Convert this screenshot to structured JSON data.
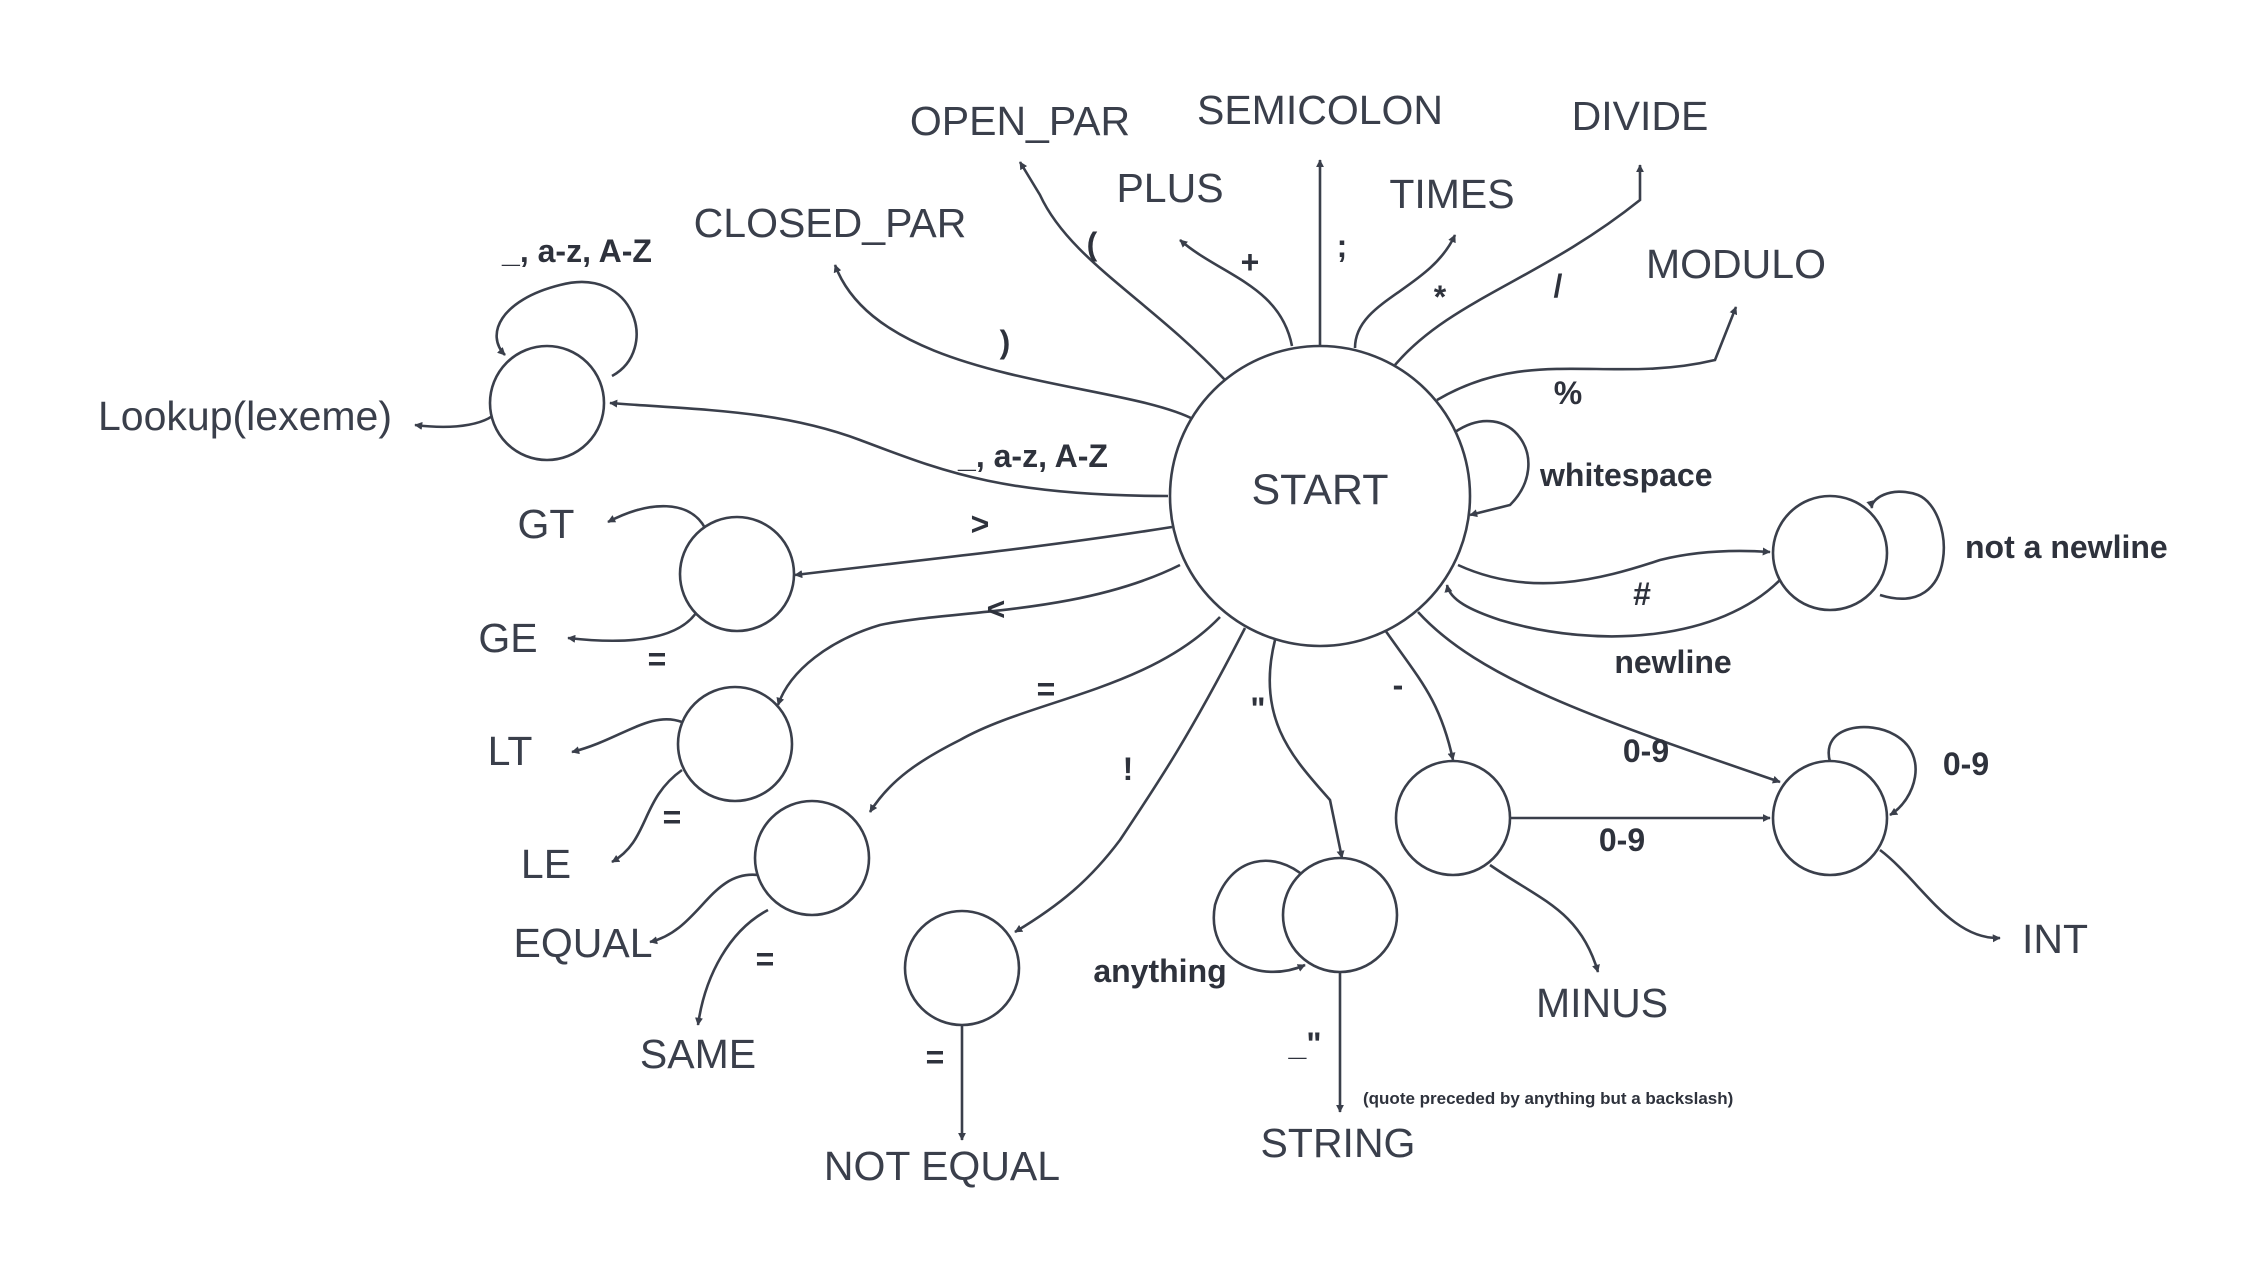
{
  "start_label": "START",
  "tokens": {
    "open_par": "OPEN_PAR",
    "semicolon": "SEMICOLON",
    "divide": "DIVIDE",
    "plus": "PLUS",
    "times": "TIMES",
    "closed_par": "CLOSED_PAR",
    "modulo": "MODULO",
    "lookup": "Lookup(lexeme)",
    "gt": "GT",
    "ge": "GE",
    "lt": "LT",
    "le": "LE",
    "equal": "EQUAL",
    "same": "SAME",
    "not_equal": "NOT EQUAL",
    "string": "STRING",
    "minus": "MINUS",
    "int": "INT"
  },
  "edge_labels": {
    "open_par": "(",
    "plus": "+",
    "semicolon": ";",
    "times": "*",
    "divide": "/",
    "closed_par": ")",
    "modulo": "%",
    "ident_loop": "_, a-z, A-Z",
    "ident_in": "_, a-z, A-Z",
    "whitespace": "whitespace",
    "gt": ">",
    "ge": "=",
    "lt": "<",
    "le": "=",
    "eq": "=",
    "same": "=",
    "bang": "!",
    "not_equal": "=",
    "quote": "\"",
    "anything": "anything",
    "string_end": "_\"",
    "dash": "-",
    "hash": "#",
    "not_newline": "not a newline",
    "newline": "newline",
    "digit_start": "0-9",
    "digit_minus": "0-9",
    "digit_loop": "0-9"
  },
  "note": "(quote preceded by anything but a backslash)",
  "colors": {
    "stroke": "#3a3f4b",
    "text": "#3a3f4b",
    "background": "#ffffff"
  }
}
